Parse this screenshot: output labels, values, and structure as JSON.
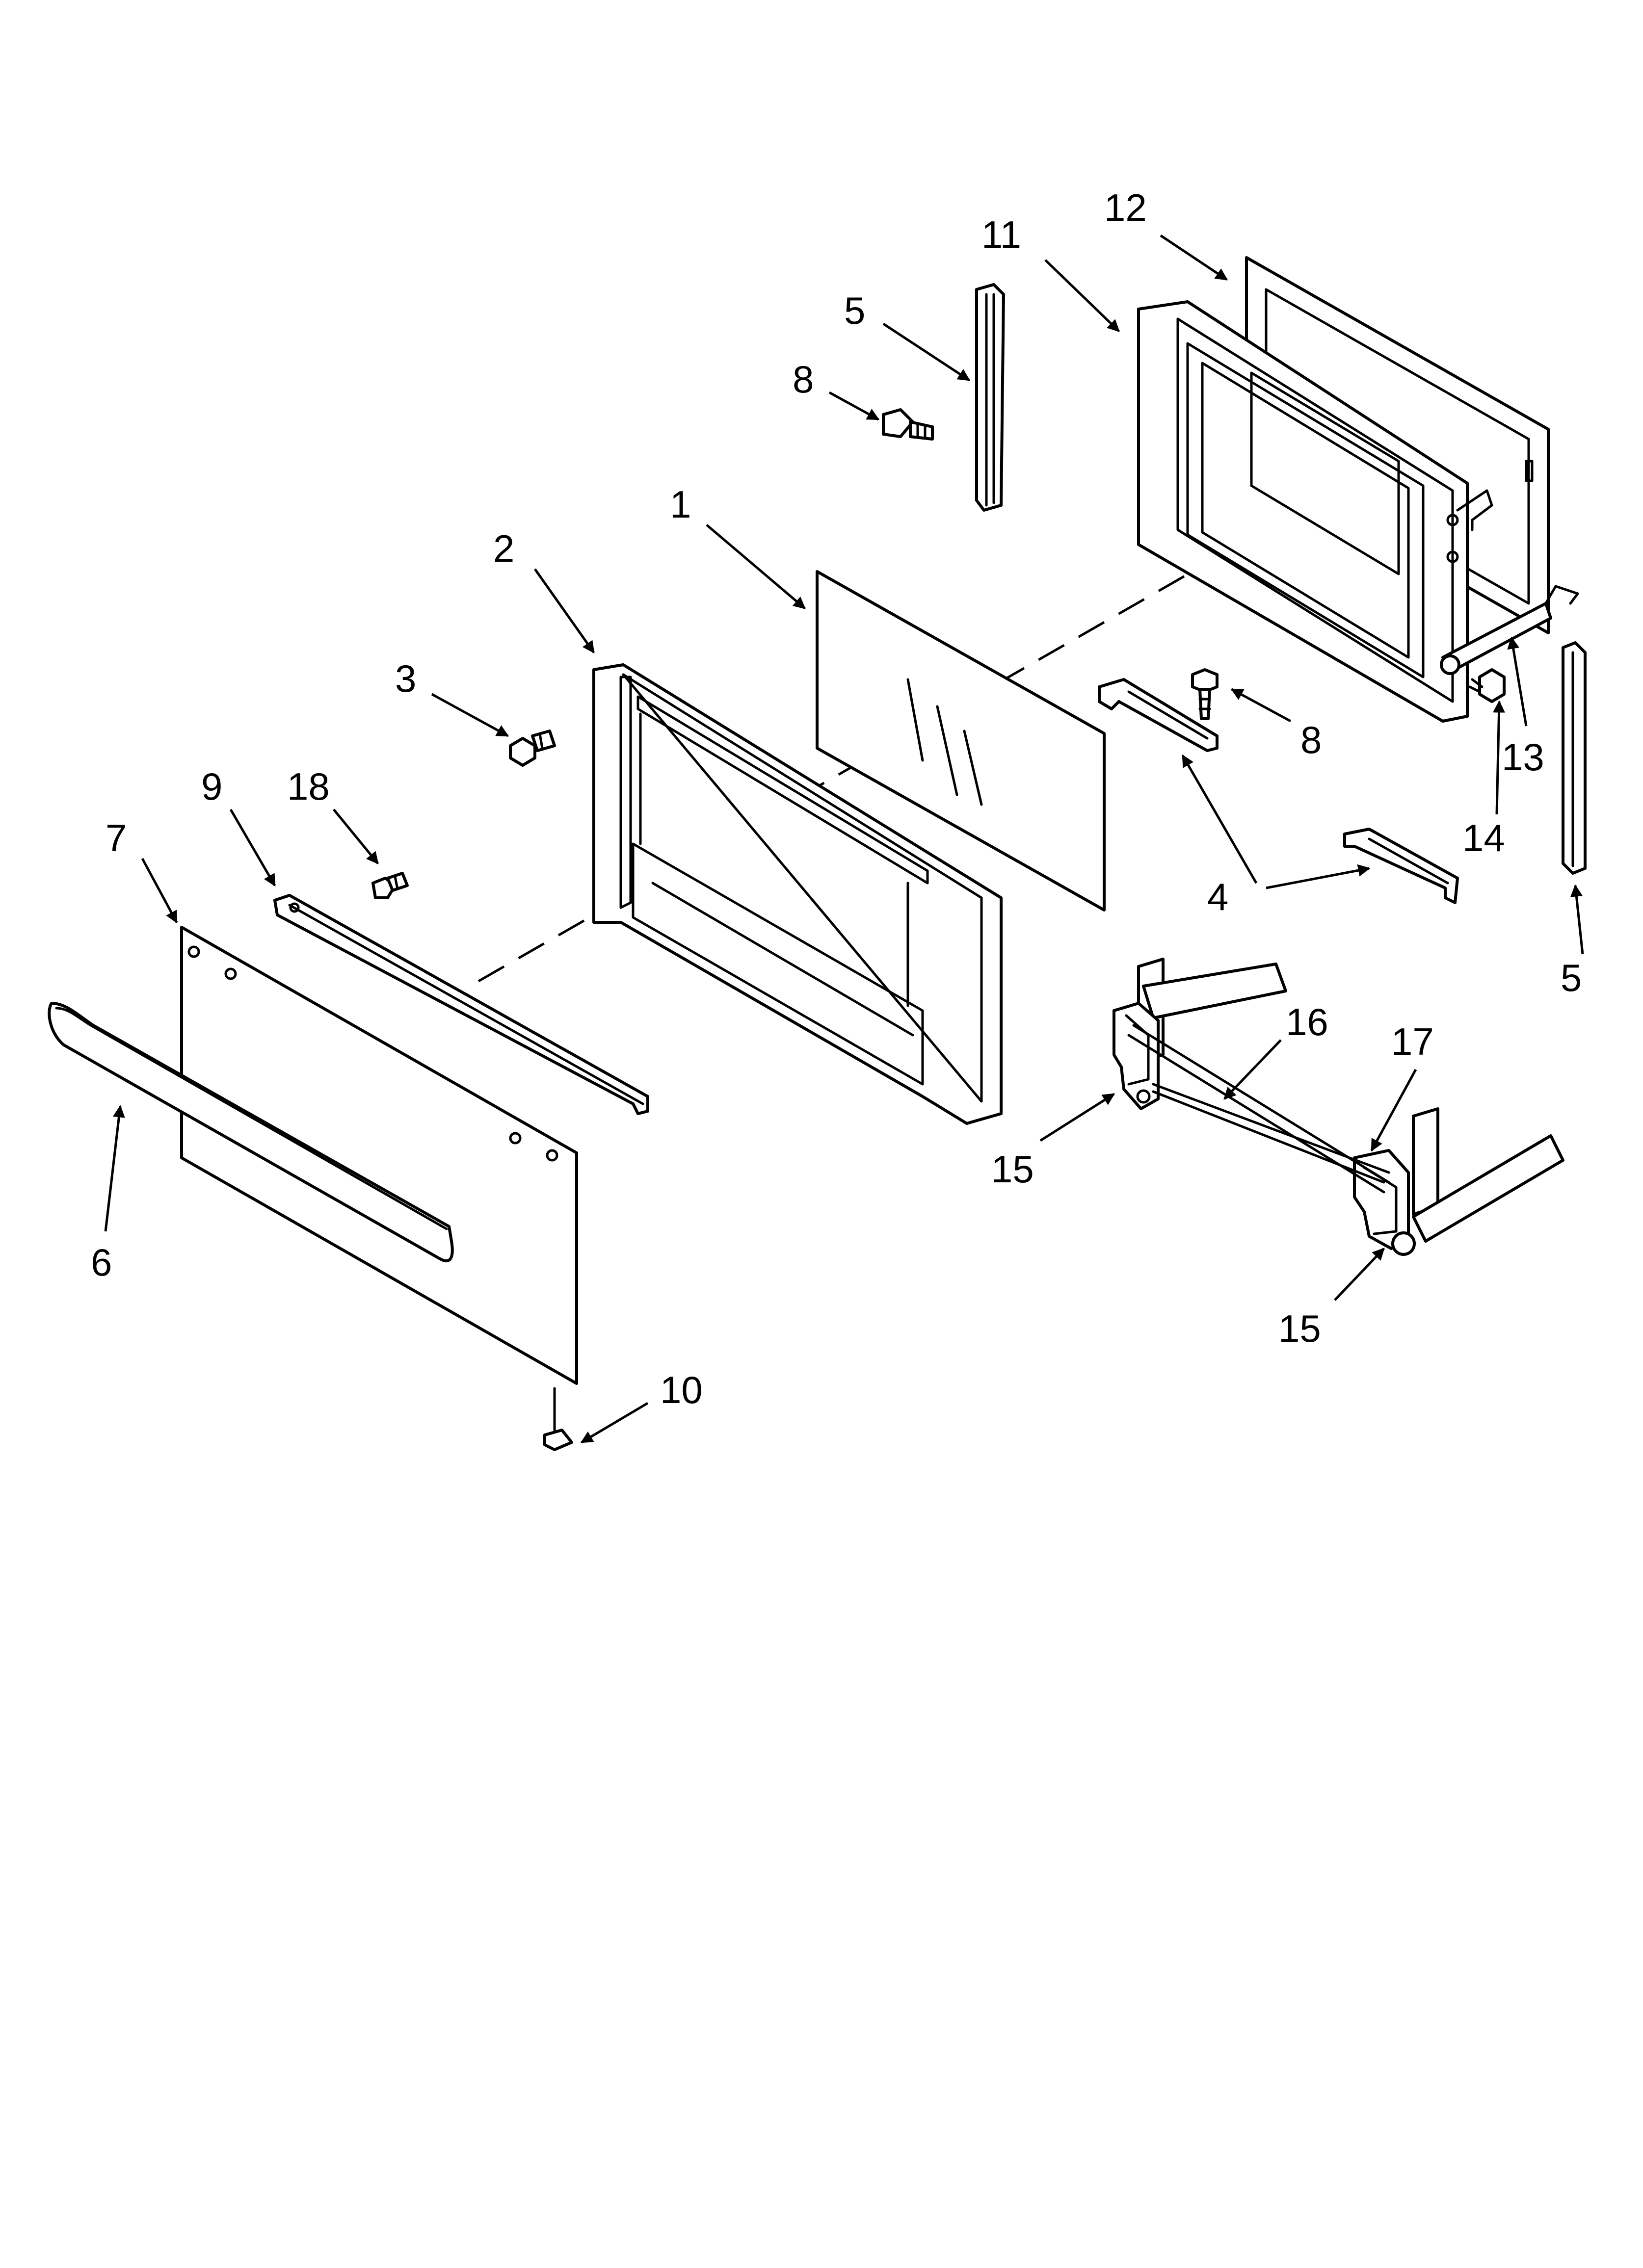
{
  "diagram": {
    "callouts": [
      {
        "id": "c1",
        "label": "1"
      },
      {
        "id": "c2",
        "label": "2"
      },
      {
        "id": "c3",
        "label": "3"
      },
      {
        "id": "c4a",
        "label": "4"
      },
      {
        "id": "c5a",
        "label": "5"
      },
      {
        "id": "c5b",
        "label": "5"
      },
      {
        "id": "c6",
        "label": "6"
      },
      {
        "id": "c7",
        "label": "7"
      },
      {
        "id": "c8a",
        "label": "8"
      },
      {
        "id": "c8b",
        "label": "8"
      },
      {
        "id": "c9",
        "label": "9"
      },
      {
        "id": "c10",
        "label": "10"
      },
      {
        "id": "c11",
        "label": "11"
      },
      {
        "id": "c12",
        "label": "12"
      },
      {
        "id": "c13",
        "label": "13"
      },
      {
        "id": "c14",
        "label": "14"
      },
      {
        "id": "c15a",
        "label": "15"
      },
      {
        "id": "c15b",
        "label": "15"
      },
      {
        "id": "c16",
        "label": "16"
      },
      {
        "id": "c17",
        "label": "17"
      },
      {
        "id": "c18",
        "label": "18"
      }
    ]
  }
}
